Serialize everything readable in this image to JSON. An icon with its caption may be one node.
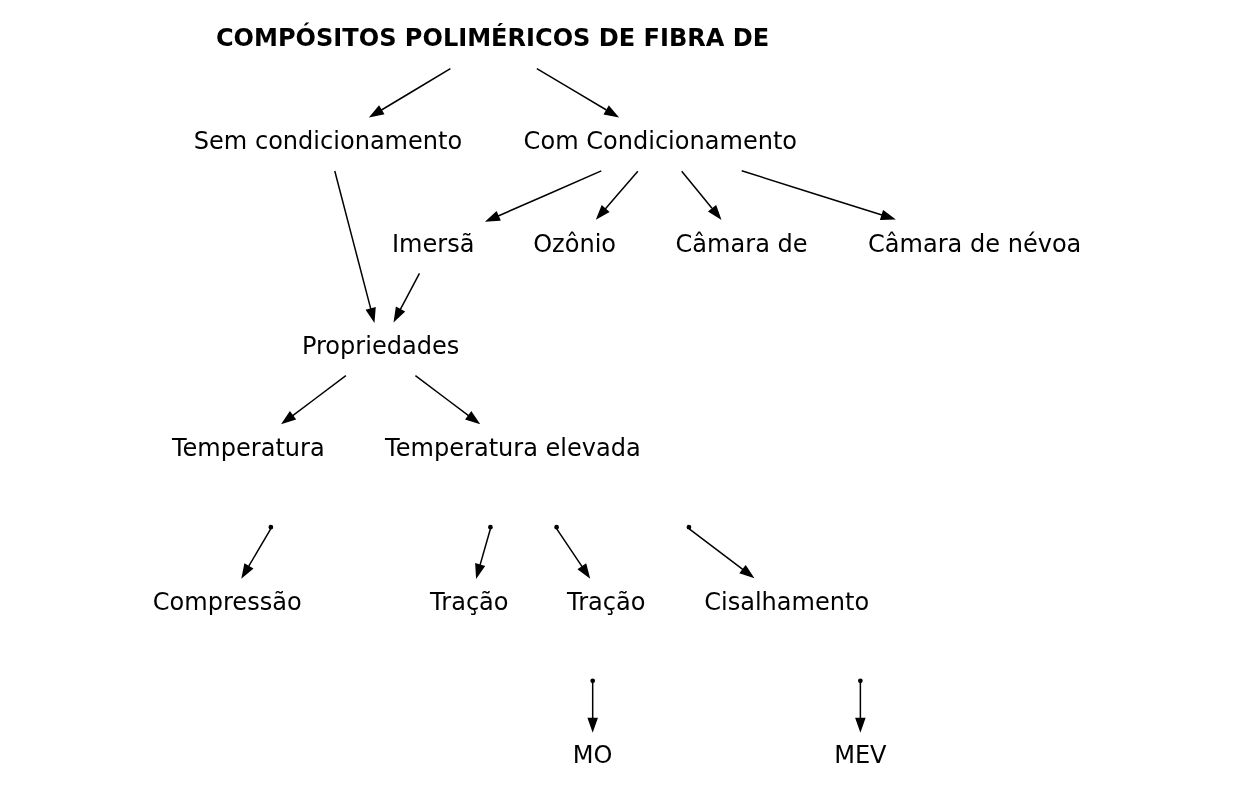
{
  "diagram": {
    "nodes": [
      {
        "text": [
          "COMPÓSITOS POLIMÉRICOS DE FIBRA DE"
        ]
      },
      {
        "text": [
          "Sem condicionamento"
        ]
      },
      {
        "text": [
          "Com Condicionamento"
        ]
      },
      {
        "text": [
          "Câmara de névoa"
        ]
      },
      {
        "text": [
          "Ozônio"
        ]
      },
      {
        "text": [
          "Imersã"
        ]
      },
      {
        "text": [
          "Câmara de"
        ]
      },
      {
        "text": [
          "Propriedades"
        ]
      },
      {
        "text": [
          "Temperatura"
        ]
      },
      {
        "text": [
          "Temperatura elevada"
        ]
      },
      {
        "text": [
          "Compressão"
        ]
      },
      {
        "text": [
          "Cisalhamento"
        ]
      },
      {
        "text": [
          "Tração"
        ]
      },
      {
        "text": [
          "Tração"
        ]
      },
      {
        "text": [
          "MO"
        ]
      },
      {
        "text": [
          "MEV"
        ]
      }
    ],
    "edges": [
      {
        "from": 0,
        "to": 1,
        "arrow": "to"
      },
      {
        "from": 0,
        "to": 2,
        "arrow": "to"
      },
      {
        "from": 2,
        "to": 3,
        "arrow": "to"
      },
      {
        "from": 2,
        "to": 4,
        "arrow": "to"
      },
      {
        "from": 2,
        "to": 5,
        "arrow": "to"
      },
      {
        "from": 2,
        "to": 6,
        "arrow": "to"
      },
      {
        "from": 1,
        "to": 7,
        "arrow": "to"
      },
      {
        "from": 5,
        "to": 7,
        "arrow": "to"
      },
      {
        "from": 7,
        "to": 8,
        "arrow": "to"
      },
      {
        "from": 7,
        "to": 9,
        "arrow": "to"
      },
      {
        "from": null,
        "to": 10,
        "arrow": "to"
      },
      {
        "from": null,
        "to": 11,
        "arrow": "to"
      },
      {
        "from": null,
        "to": 12,
        "arrow": "to"
      },
      {
        "from": null,
        "to": 13,
        "arrow": "to"
      },
      {
        "from": null,
        "to": 14,
        "arrow": "to"
      },
      {
        "from": null,
        "to": 15,
        "arrow": "to"
      }
    ]
  }
}
